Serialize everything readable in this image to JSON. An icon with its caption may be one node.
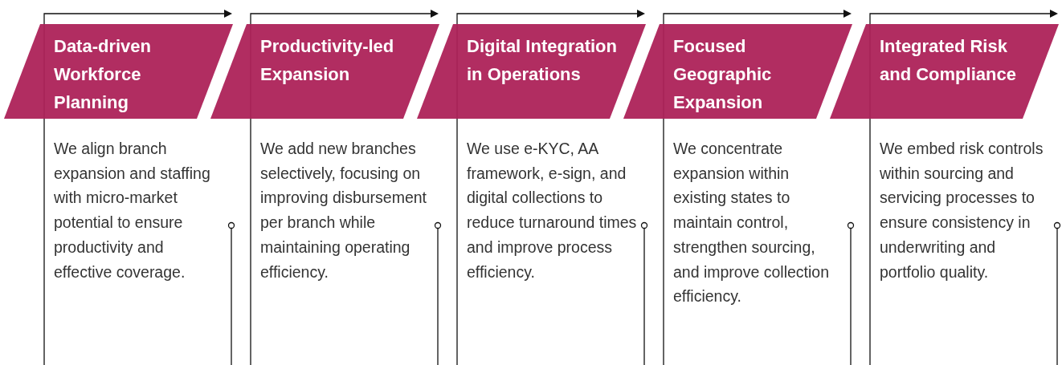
{
  "diagram": {
    "nodes": [
      {
        "text": [
          "Data-driven Workforce Planning"
        ],
        "beside": [
          "We align branch expansion and staffing with micro-market potential to ensure productivity and effective coverage."
        ]
      },
      {
        "text": [
          "Productivity-led Expansion"
        ],
        "beside": [
          "We add new branches selectively, focusing on improving disbursement per branch while maintaining operating efficiency."
        ]
      },
      {
        "text": [
          "Digital Integration in Operations"
        ],
        "beside": [
          "We use e-KYC, AA framework, e-sign, and digital collections to reduce turnaround times and improve process efficiency."
        ]
      },
      {
        "text": [
          "Focused Geographic Expansion"
        ],
        "beside": [
          "We concentrate expansion within existing states to maintain control, strengthen sourcing, and improve collection efficiency."
        ]
      },
      {
        "text": [
          "Integrated Risk and Compliance"
        ],
        "beside": [
          "We embed risk controls within sourcing and servicing processes to ensure consistency in underwriting and portfolio quality."
        ]
      }
    ]
  }
}
